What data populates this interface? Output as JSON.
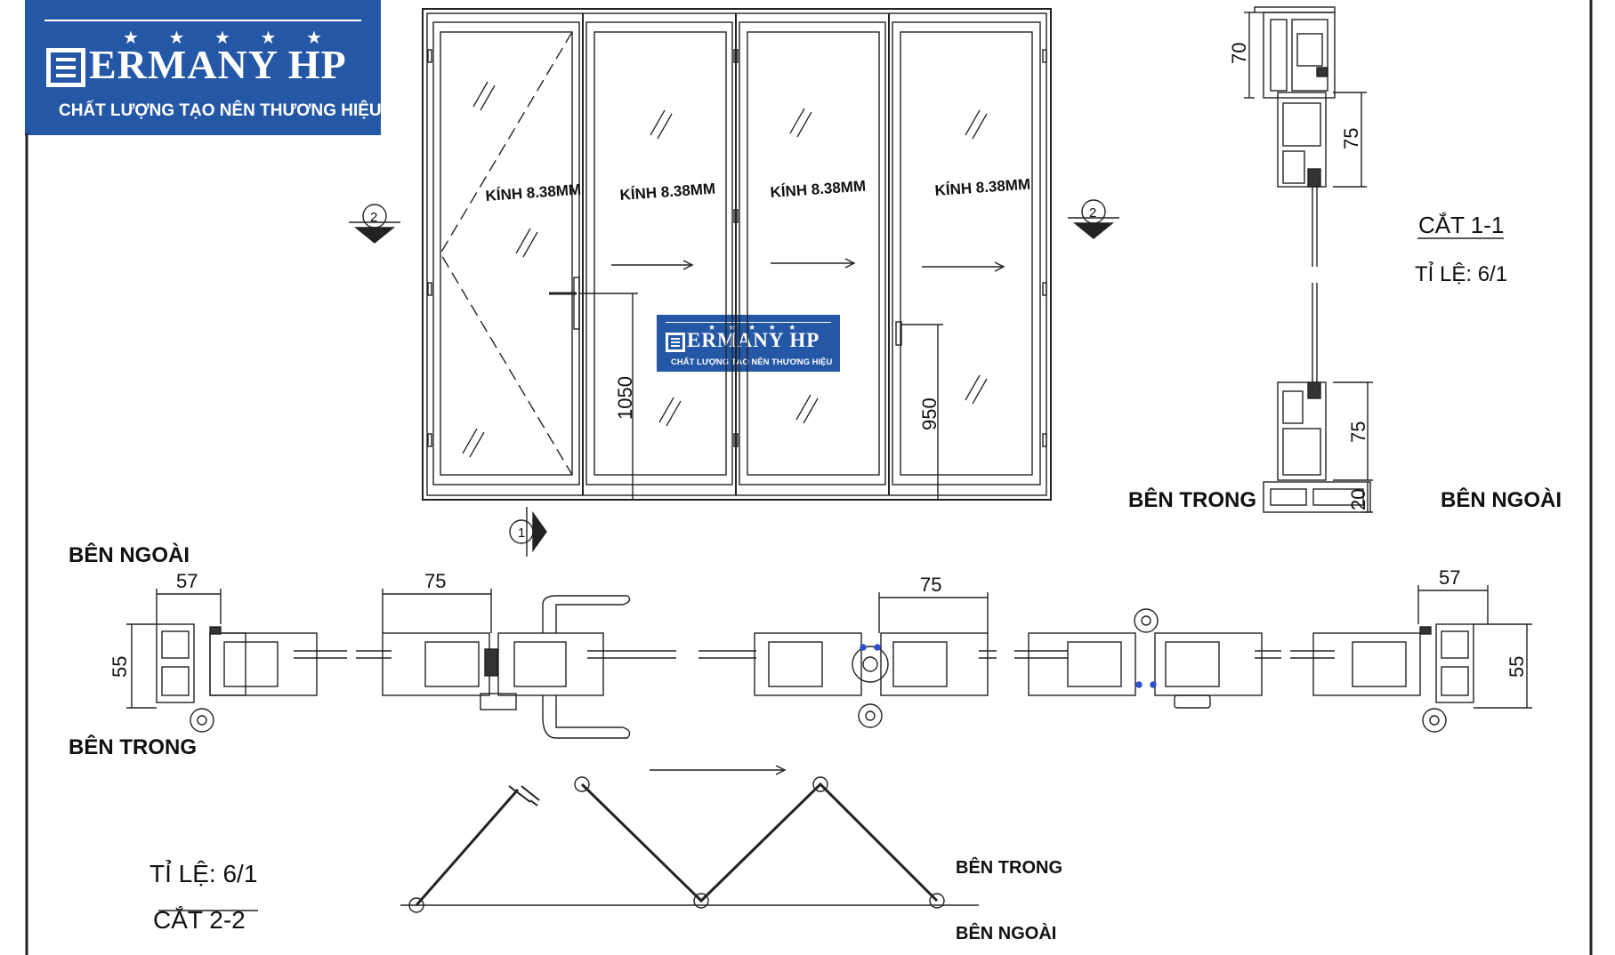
{
  "logo": {
    "brand": "ERMANY HP",
    "tagline": "CHẤT LƯỢNG TẠO NÊN THƯƠNG HIỆU",
    "stars": "★ ★ ★ ★ ★",
    "color": "#2457a6"
  },
  "elevation": {
    "panel_labels": [
      "KÍNH 8.38MM",
      "KÍNH 8.38MM",
      "KÍNH 8.38MM",
      "KÍNH 8.38MM"
    ],
    "dim_handle_left": "1050",
    "dim_handle_right": "950",
    "section_mark_2": "2",
    "section_mark_1": "1"
  },
  "section_1_1": {
    "title": "CẮT 1-1",
    "scale": "TỈ LỆ: 6/1",
    "dims": [
      "70",
      "75",
      "75",
      "20"
    ],
    "inside_label": "BÊN TRONG",
    "outside_label": "BÊN NGOÀI"
  },
  "section_2_2": {
    "outside_label": "BÊN NGOÀI",
    "inside_label": "BÊN TRONG",
    "dims": [
      "57",
      "75",
      "75",
      "57",
      "55",
      "55"
    ]
  },
  "fold_plan": {
    "inside_label": "BÊN TRONG",
    "outside_label": "BÊN NGOÀI",
    "scale": "TỈ LỆ: 6/1",
    "title": "CẮT 2-2"
  }
}
